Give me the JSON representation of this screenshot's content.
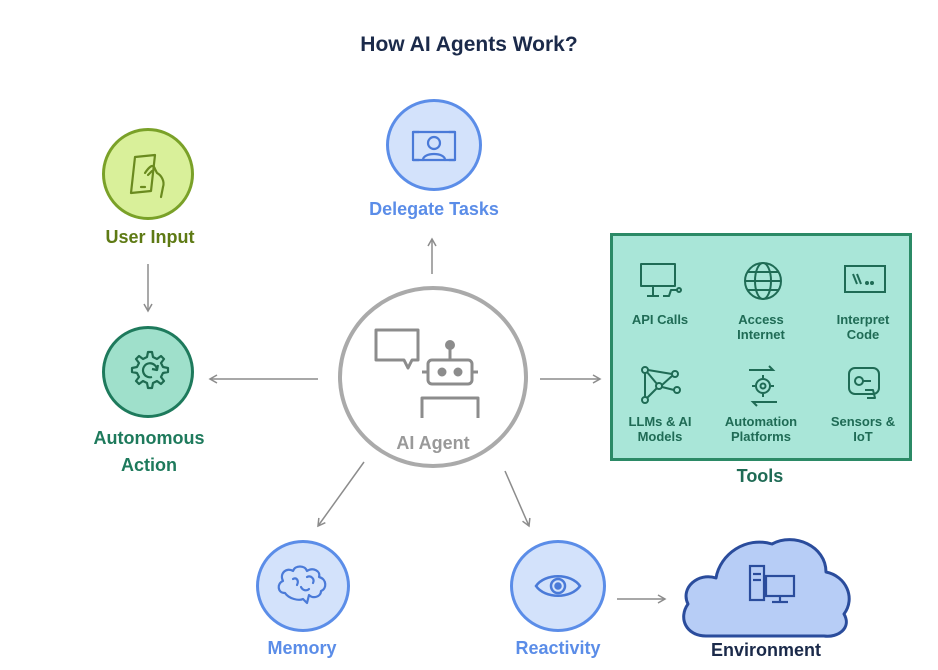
{
  "title": "How AI Agents Work?",
  "nodes": {
    "user_input": "User Input",
    "autonomous_action_line1": "Autonomous",
    "autonomous_action_line2": "Action",
    "delegate_tasks": "Delegate Tasks",
    "ai_agent": "AI Agent",
    "memory": "Memory",
    "reactivity": "Reactivity",
    "environment": "Environment"
  },
  "tools": {
    "title": "Tools",
    "items": [
      {
        "line1": "API Calls",
        "line2": "",
        "icon": "monitor-api-icon"
      },
      {
        "line1": "Access",
        "line2": "Internet",
        "icon": "globe-icon"
      },
      {
        "line1": "Interpret",
        "line2": "Code",
        "icon": "code-window-icon"
      },
      {
        "line1": "LLMs & AI",
        "line2": "Models",
        "icon": "network-nodes-icon"
      },
      {
        "line1": "Automation",
        "line2": "Platforms",
        "icon": "automation-gear-icon"
      },
      {
        "line1": "Sensors &",
        "line2": "IoT",
        "icon": "sensor-chip-icon"
      }
    ]
  },
  "colors": {
    "title": "#1b2a4a",
    "user_input_fill": "#d9f09a",
    "user_input_stroke": "#7aa128",
    "user_input_text": "#5e7a14",
    "autonomous_fill": "#9fe0cb",
    "autonomous_stroke": "#1e7a5c",
    "autonomous_text": "#1e7a5c",
    "blue_fill": "#d3e2fb",
    "blue_stroke": "#5b8de8",
    "blue_text": "#5b8de8",
    "tools_fill": "#a9e6d8",
    "tools_stroke": "#2b8a66",
    "tools_text": "#1f6b55",
    "env_fill": "#b7cdf6",
    "env_stroke": "#2a4c9c",
    "env_text": "#1b2a4a",
    "agent_stroke": "#aaaaaa",
    "agent_text": "#999999",
    "arrow": "#8c8c8c"
  }
}
